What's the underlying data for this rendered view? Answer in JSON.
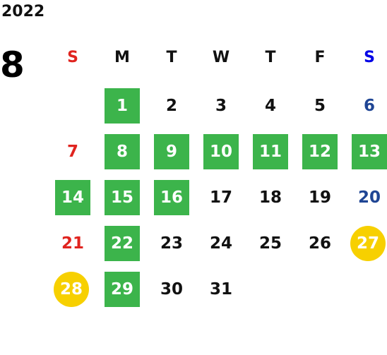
{
  "calendar": {
    "year": "2022",
    "month": "8",
    "weekdays": [
      "S",
      "M",
      "T",
      "W",
      "T",
      "F",
      "S"
    ],
    "days": [
      {
        "day": "1",
        "status": "green"
      },
      {
        "day": "2",
        "status": "normal"
      },
      {
        "day": "3",
        "status": "normal"
      },
      {
        "day": "4",
        "status": "normal"
      },
      {
        "day": "5",
        "status": "normal"
      },
      {
        "day": "6",
        "status": "normal"
      },
      {
        "day": "7",
        "status": "normal"
      },
      {
        "day": "8",
        "status": "green"
      },
      {
        "day": "9",
        "status": "green"
      },
      {
        "day": "10",
        "status": "green"
      },
      {
        "day": "11",
        "status": "green"
      },
      {
        "day": "12",
        "status": "green"
      },
      {
        "day": "13",
        "status": "green"
      },
      {
        "day": "14",
        "status": "green"
      },
      {
        "day": "15",
        "status": "green"
      },
      {
        "day": "16",
        "status": "green"
      },
      {
        "day": "17",
        "status": "normal"
      },
      {
        "day": "18",
        "status": "normal"
      },
      {
        "day": "19",
        "status": "normal"
      },
      {
        "day": "20",
        "status": "normal"
      },
      {
        "day": "21",
        "status": "normal"
      },
      {
        "day": "22",
        "status": "green"
      },
      {
        "day": "23",
        "status": "normal"
      },
      {
        "day": "24",
        "status": "normal"
      },
      {
        "day": "25",
        "status": "normal"
      },
      {
        "day": "26",
        "status": "normal"
      },
      {
        "day": "27",
        "status": "holiday"
      },
      {
        "day": "28",
        "status": "holiday"
      },
      {
        "day": "29",
        "status": "green"
      },
      {
        "day": "30",
        "status": "normal"
      },
      {
        "day": "31",
        "status": "normal"
      }
    ],
    "colors": {
      "green_mark": "#3cb44b",
      "holiday_mark": "#f7d000",
      "sunday": "#e0241f",
      "saturday_header": "#0000e6",
      "saturday": "#1f4594"
    }
  }
}
